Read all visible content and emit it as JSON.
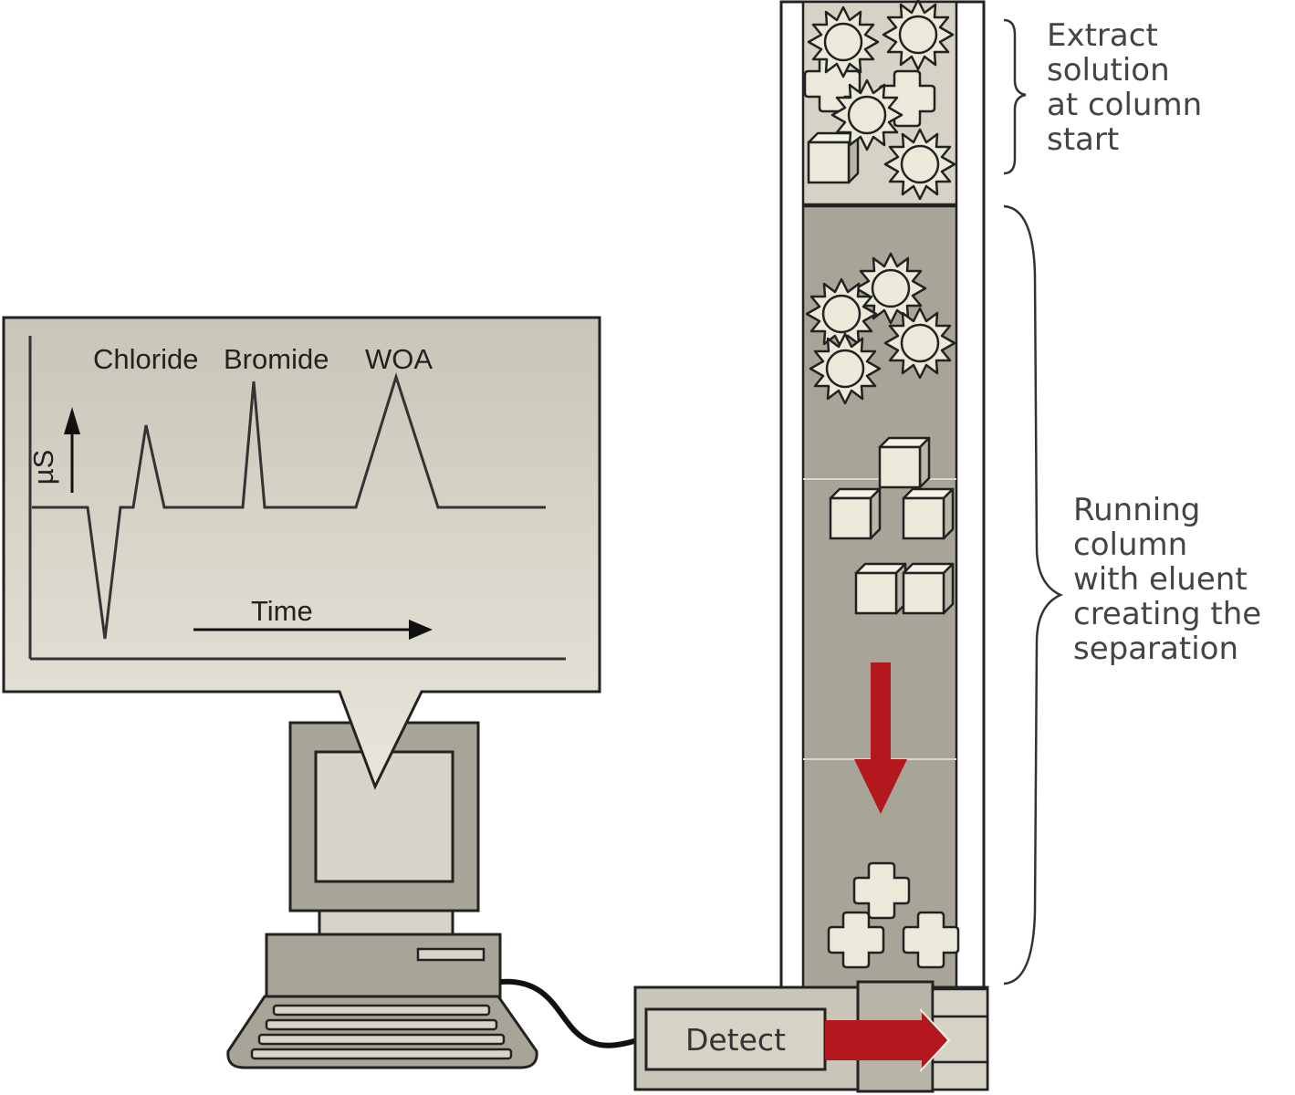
{
  "colors": {
    "panel": "#d5d1c4",
    "panel_dark": "#a9a498",
    "column_fill": "#a8a497",
    "column_top": "#d6d2c6",
    "particle": "#ebe9da",
    "outline": "#222222",
    "arrow_red": "#b3181f",
    "label_text": "#444444"
  },
  "screen": {
    "peak_labels": [
      "Chloride",
      "Bromide",
      "WOA"
    ],
    "y_axis_label": "µS",
    "x_axis_label": "Time"
  },
  "column": {
    "top_label_lines": [
      "Extract",
      "solution",
      "at column",
      "start"
    ],
    "running_label_lines": [
      "Running",
      "column",
      "with eluent",
      "creating the",
      "separation"
    ]
  },
  "detector": {
    "label": "Detect"
  },
  "icons": {
    "sun": "sun-particle-icon",
    "cube": "cube-particle-icon",
    "cross": "cross-particle-icon",
    "flow": "down-arrow-icon",
    "detector_flow": "right-arrow-icon"
  }
}
